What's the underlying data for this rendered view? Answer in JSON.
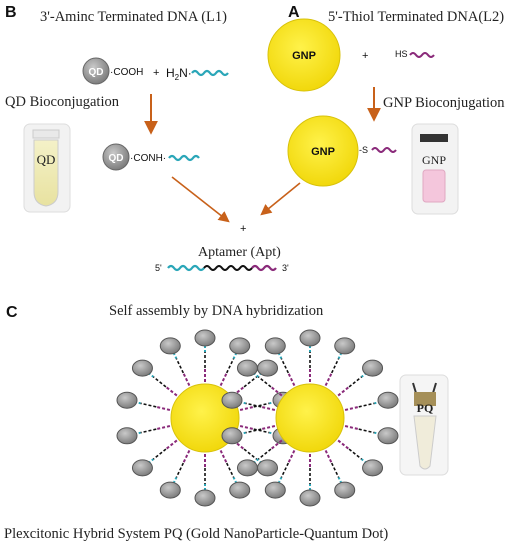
{
  "panels": {
    "a": "A",
    "b": "B",
    "c": "C"
  },
  "labels": {
    "l1": "3'-Aminc Terminated DNA (L1)",
    "l2": "5'-Thiol Terminated DNA(L2)",
    "qd_bioconj": "QD Bioconjugation",
    "gnp_bioconj": "GNP Bioconjugation",
    "aptamer": "Aptamer (Apt)",
    "self_assembly": "Self assembly by DNA hybridization",
    "bottom": "Plexcitonic Hybrid System PQ (Gold NanoParticle-Quantum Dot)"
  },
  "chem": {
    "qd": "QD",
    "cooh": "COOH",
    "h2n": "H2N",
    "h": "H",
    "two": "2",
    "n": "N",
    "conh": "CONH",
    "gnp": "GNP",
    "hs": "HS",
    "s": "S",
    "plus": "+",
    "five_prime": "5'",
    "three_prime": "3'"
  },
  "vials": {
    "qd": "QD",
    "gnp": "GNP",
    "pq": "PQ"
  },
  "colors": {
    "gold": "#f4e51a",
    "qd_gray": "#9a9a9a",
    "teal_dna": "#2aa6b8",
    "magenta_dna": "#8a2a7a",
    "arrow": "#c8611a"
  }
}
